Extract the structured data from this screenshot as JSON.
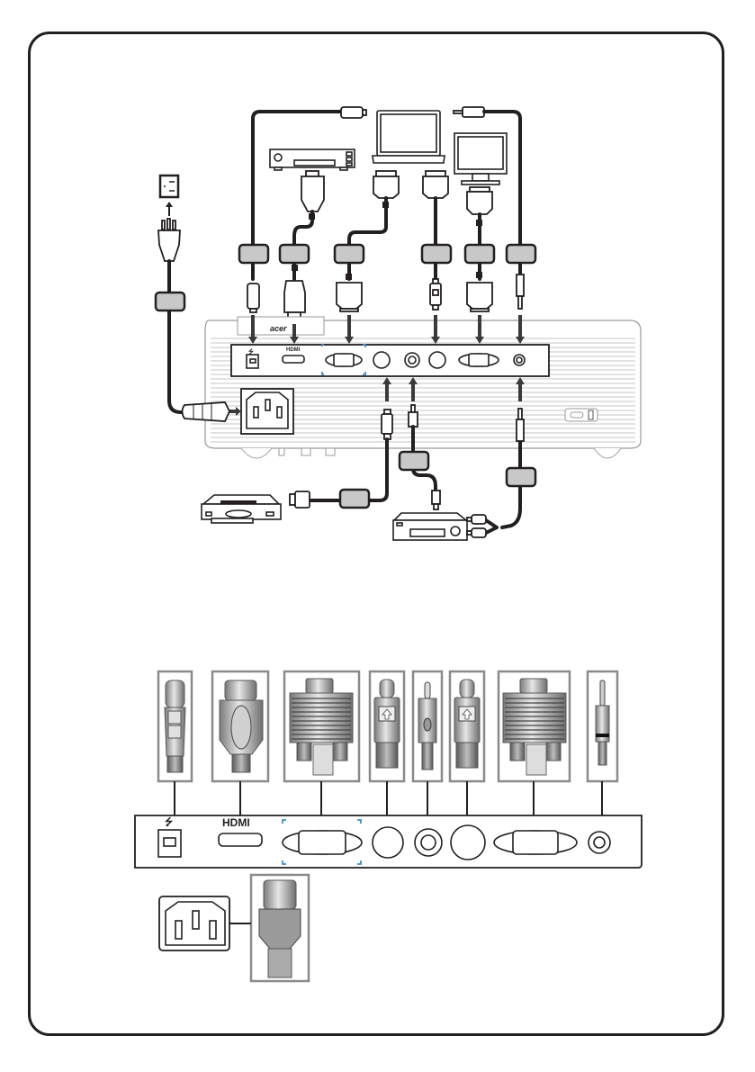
{
  "document": {
    "type": "projector-connection-diagram",
    "brand_mark": "acer"
  },
  "port_labels": {
    "usb": "⭍",
    "hdmi": "HDMI"
  },
  "top_diagram": {
    "sources": [
      {
        "id": "power-outlet",
        "icon": "power-outlet-icon"
      },
      {
        "id": "usb-cable",
        "icon": "usb-b-plug-icon"
      },
      {
        "id": "dvd-player-hdmi",
        "icon": "dvd-player-icon"
      },
      {
        "id": "notebook",
        "icon": "laptop-icon"
      },
      {
        "id": "monitor",
        "icon": "monitor-icon"
      },
      {
        "id": "audio-out-cable",
        "icon": "audio-jack-icon"
      },
      {
        "id": "dvd-player-svideo",
        "icon": "dvd-player-icon"
      },
      {
        "id": "av-receiver",
        "icon": "av-receiver-icon"
      }
    ],
    "cable_labels": [
      "",
      "",
      "",
      "",
      "",
      "",
      "",
      "",
      "",
      ""
    ]
  },
  "bottom_diagram": {
    "connectors": [
      {
        "id": "usb",
        "name": "USB Type-B"
      },
      {
        "id": "hdmi",
        "name": "HDMI"
      },
      {
        "id": "vga-in",
        "name": "VGA In"
      },
      {
        "id": "s-video",
        "name": "S-Video"
      },
      {
        "id": "composite",
        "name": "Composite RCA"
      },
      {
        "id": "mini-din",
        "name": "Mini-DIN"
      },
      {
        "id": "vga-out",
        "name": "VGA Out"
      },
      {
        "id": "audio",
        "name": "3.5mm Audio"
      },
      {
        "id": "power",
        "name": "AC Power"
      }
    ]
  },
  "colors": {
    "outline": "#231f20",
    "label_fill": "#c8c8c8",
    "vga_highlight": "#3a8fd0",
    "thumb_border": "#8a8a8a"
  }
}
